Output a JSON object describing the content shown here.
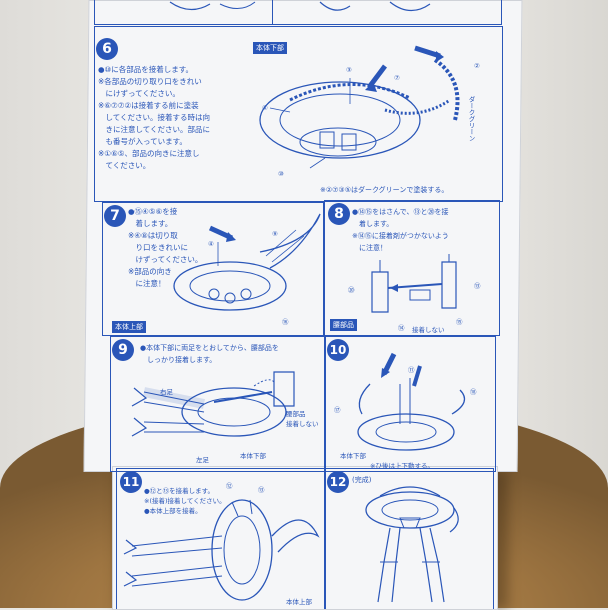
{
  "colors": {
    "ink": "#2a56b8",
    "paper": "#f5f6f8",
    "table": "#9e7541",
    "wall": "#e9e8e4"
  },
  "steps": {
    "s6": {
      "number": "6",
      "label": "本体下部",
      "notes": [
        "●⑩に各部品を接着します。",
        "※各部品の切り取り口をきれい",
        "　にけずってください。",
        "※⑥⑦⑦②は接着する前に塗装",
        "　してください。接着する時は向",
        "　きに注意してください。部品に",
        "　も番号が入っています。",
        "※①⑥⑤、部品の向きに注意し",
        "　てください。"
      ],
      "footnote": "※②⑦③⑤はダークグリーンで塗装する。",
      "callouts": [
        "③",
        "②",
        "⑦",
        "⑥",
        "⑩",
        "ダークグリーン"
      ]
    },
    "s7": {
      "number": "7",
      "label": "本体上部",
      "notes": [
        "●⑮④⑤⑥を接",
        "　着します。",
        "※④⑧は切り取",
        "　り口をきれいに",
        "　けずってください。",
        "※部品の向き",
        "　に注意！"
      ],
      "callouts": [
        "⑨",
        "④",
        "⑯"
      ]
    },
    "s8": {
      "number": "8",
      "label": "腰部品",
      "notes": [
        "●⑭⑮をはさんで、⑬と⑳を接",
        "　着します。",
        "※⑭⑮に接着剤がつかないよう",
        "　に注意！"
      ],
      "callouts": [
        "⑳",
        "⑬",
        "⑭",
        "⑮",
        "接着しない"
      ]
    },
    "s9": {
      "number": "9",
      "notes": [
        "●本体下部に両足をとおしてから、腰部品を",
        "　しっかり接着します。"
      ],
      "callouts": [
        "右足",
        "左足",
        "本体下部",
        "腰部品",
        "接着しない"
      ]
    },
    "s10": {
      "number": "10",
      "notes": [],
      "callouts": [
        "⑪",
        "⑱",
        "⑰",
        "本体下部",
        "※ひ後は上下動する。"
      ]
    },
    "s11": {
      "number": "11",
      "notes": [
        "●⑫と⑬を接着します。",
        "※(接着)接着してください。",
        "●本体上部を接着。"
      ],
      "callouts": [
        "⑫",
        "⑬",
        "本体上部"
      ]
    },
    "s12": {
      "number": "12",
      "title": "(完成)"
    }
  }
}
